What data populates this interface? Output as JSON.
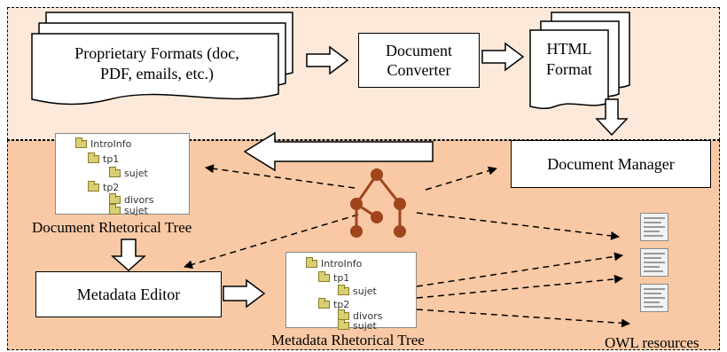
{
  "diagram": {
    "proprietary_formats": {
      "line1": "Proprietary Formats (doc,",
      "line2": "PDF, emails, etc.)"
    },
    "document_converter": {
      "line1": "Document",
      "line2": "Converter"
    },
    "html_format": {
      "line1": "HTML",
      "line2": "Format"
    },
    "document_manager": "Document Manager",
    "metadata_editor": "Metadata Editor",
    "document_rhetorical_tree": "Document Rhetorical Tree",
    "metadata_rhetorical_tree": "Metadata Rhetorical Tree",
    "owl_resources": "OWL resources",
    "tree_items": {
      "root": "IntroInfo",
      "tp1": "tp1",
      "tp1_child": "sujet",
      "tp2": "tp2",
      "tp2_child1": "divors",
      "tp2_child2": "sujet"
    },
    "colors": {
      "top_region": "#fde9da",
      "bottom_region": "#f8c9a4",
      "tree_node": "#a0441c"
    }
  }
}
